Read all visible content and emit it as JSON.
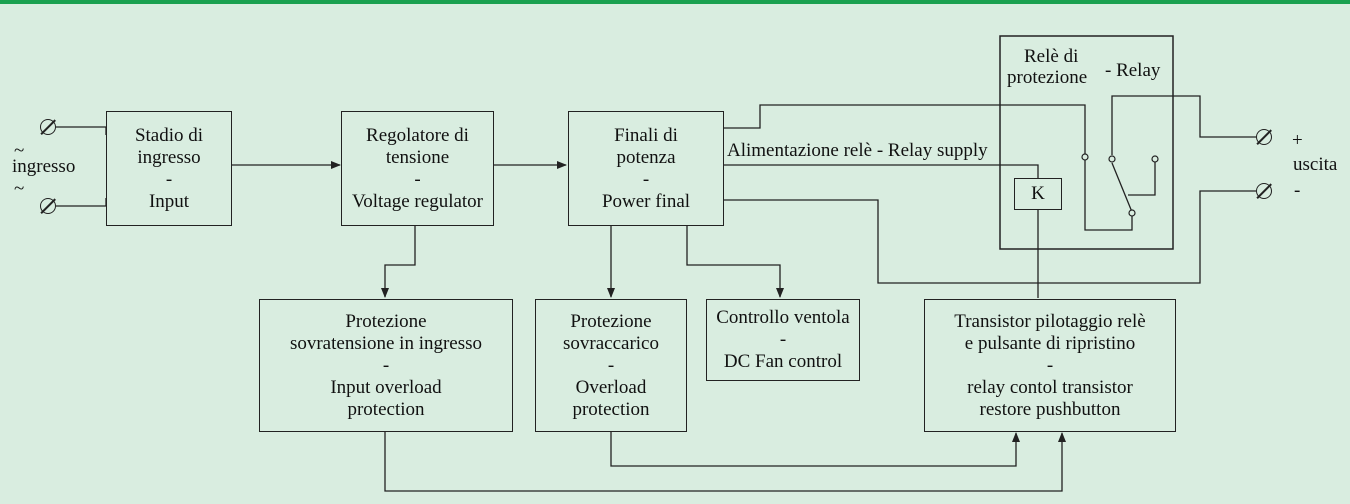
{
  "diagram": {
    "blocks": {
      "input_stage": {
        "lines": [
          "Stadio di",
          "ingresso",
          "-",
          "Input"
        ]
      },
      "voltage_reg": {
        "lines": [
          "Regolatore di",
          "tensione",
          "-",
          "Voltage regulator"
        ]
      },
      "power_final": {
        "lines": [
          "Finali di",
          "potenza",
          "-",
          "Power final"
        ]
      },
      "input_protect": {
        "lines": [
          "Protezione",
          "sovratensione in ingresso",
          "-",
          "Input overload",
          "protection"
        ]
      },
      "overload": {
        "lines": [
          "Protezione",
          "sovraccarico",
          "-",
          "Overload",
          "protection"
        ]
      },
      "fan": {
        "lines": [
          "Controllo ventola",
          "-",
          "DC Fan control"
        ]
      },
      "transistor": {
        "lines": [
          "Transistor pilotaggio relè",
          "e pulsante di ripristino",
          "-",
          "relay contol transistor",
          "restore pushbutton"
        ]
      },
      "relay_coil": {
        "lines": [
          "K"
        ]
      }
    },
    "labels": {
      "ingresso": "ingresso",
      "uscita": "uscita",
      "tilde_top": "~",
      "tilde_bottom": "~",
      "plus": "+",
      "minus": "-",
      "relay_title_1": "Relè di",
      "relay_title_2": "protezione",
      "relay_title_3": "- Relay",
      "relay_supply": "Alimentazione relè - Relay supply"
    },
    "colors": {
      "background": "#d9ede0",
      "top_bar": "#1aa150",
      "line": "#222222"
    }
  }
}
